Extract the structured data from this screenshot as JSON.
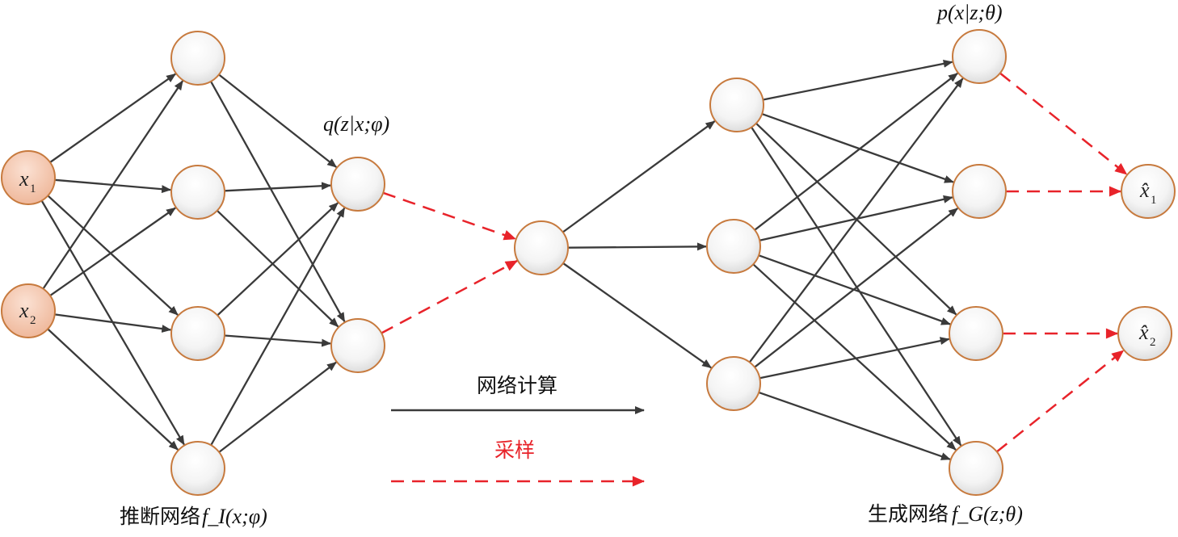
{
  "labels": {
    "q_label": "q(z|x;φ)",
    "p_label": "p(x|z;θ)",
    "encoder_caption": "推断网络",
    "encoder_func": "f_I(x;φ)",
    "decoder_caption": "生成网络",
    "decoder_func": "f_G(z;θ)",
    "legend_compute": "网络计算",
    "legend_sample": "采样"
  },
  "nodes": {
    "x1": "x",
    "x1_sub": "1",
    "x2": "x",
    "x2_sub": "2",
    "xh1": "x̂",
    "xh1_sub": "1",
    "xh2": "x̂",
    "xh2_sub": "2"
  },
  "colors": {
    "node_stroke": "#c77a3e",
    "input_fill": "#f4c7ae",
    "edge": "#3a3a3a",
    "sample": "#e8232a"
  }
}
